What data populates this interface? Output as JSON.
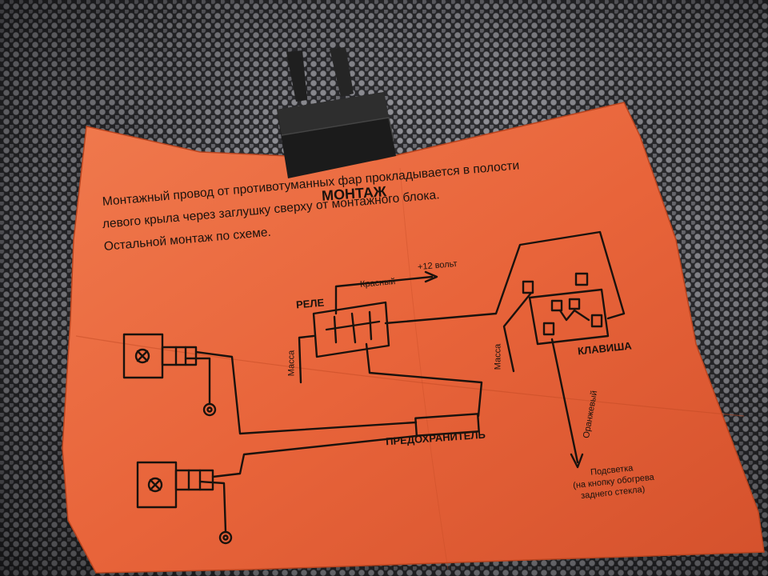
{
  "sheet": {
    "heading": "МОНТАЖ",
    "lines": [
      "Монтажный провод от противотуманных фар прокладывается в полости",
      "левого крыла через заглушку сверху от монтажного блока.",
      "Остальной монтаж по схеме."
    ]
  },
  "diagram": {
    "relay": "РЕЛЕ",
    "red": "Красный",
    "plus12": "+12 вольт",
    "ground1": "Масса",
    "ground2": "Масса",
    "switch": "КЛАВИША",
    "orange": "Оранжевый",
    "fuse": "ПРЕДОХРАНИТЕЛЬ",
    "backlight": [
      "Подсветка",
      "(на кнопку обогрева",
      "заднего стекла)"
    ]
  },
  "colors": {
    "paper": "#e8643a",
    "ink": "#1a120d",
    "connector": "#1b1b1b"
  }
}
